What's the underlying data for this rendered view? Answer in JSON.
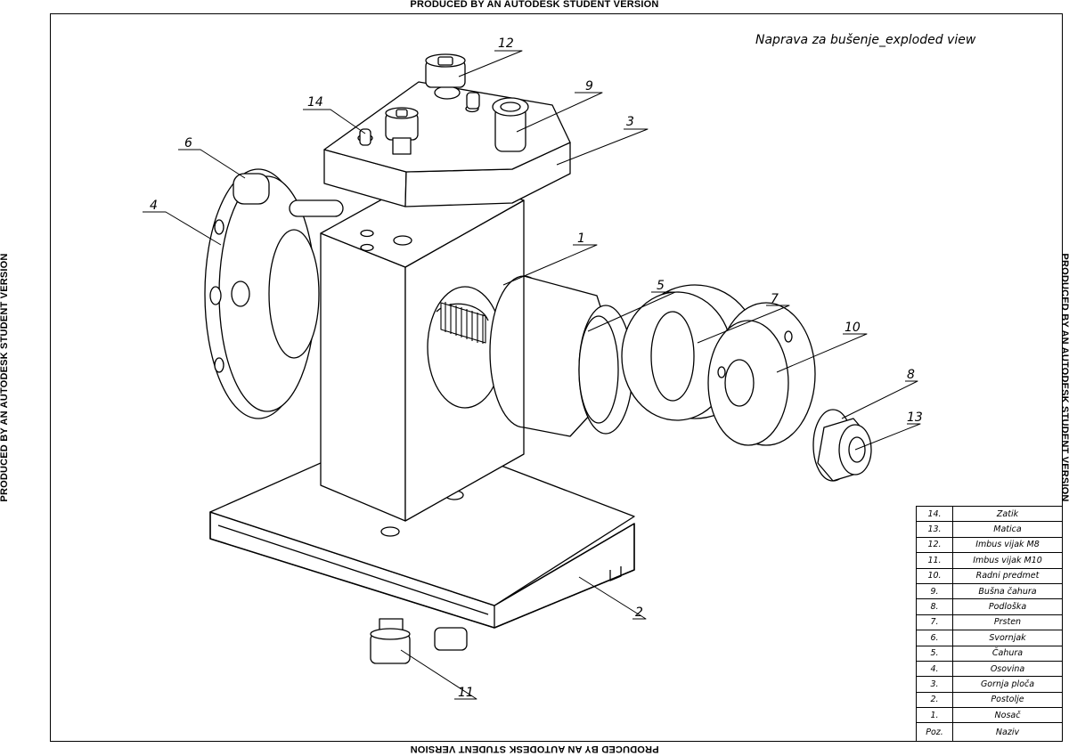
{
  "watermark": "PRODUCED BY AN AUTODESK STUDENT VERSION",
  "drawing_title": "Naprava za bušenje_exploded view",
  "callouts": [
    "12",
    "9",
    "14",
    "3",
    "6",
    "4",
    "1",
    "5",
    "7",
    "10",
    "8",
    "13",
    "2",
    "11"
  ],
  "parts_list": {
    "rows": [
      {
        "pos": "14.",
        "name": "Zatik"
      },
      {
        "pos": "13.",
        "name": "Matica"
      },
      {
        "pos": "12.",
        "name": "Imbus vijak M8"
      },
      {
        "pos": "11.",
        "name": "Imbus vijak M10"
      },
      {
        "pos": "10.",
        "name": "Radni predmet"
      },
      {
        "pos": "9.",
        "name": "Bušna čahura"
      },
      {
        "pos": "8.",
        "name": "Podloška"
      },
      {
        "pos": "7.",
        "name": "Prsten"
      },
      {
        "pos": "6.",
        "name": "Svornjak"
      },
      {
        "pos": "5.",
        "name": "Čahura"
      },
      {
        "pos": "4.",
        "name": "Osovina"
      },
      {
        "pos": "3.",
        "name": "Gornja ploča"
      },
      {
        "pos": "2.",
        "name": "Postolje"
      },
      {
        "pos": "1.",
        "name": "Nosač"
      }
    ],
    "header": {
      "pos": "Poz.",
      "name": "Naziv"
    }
  }
}
